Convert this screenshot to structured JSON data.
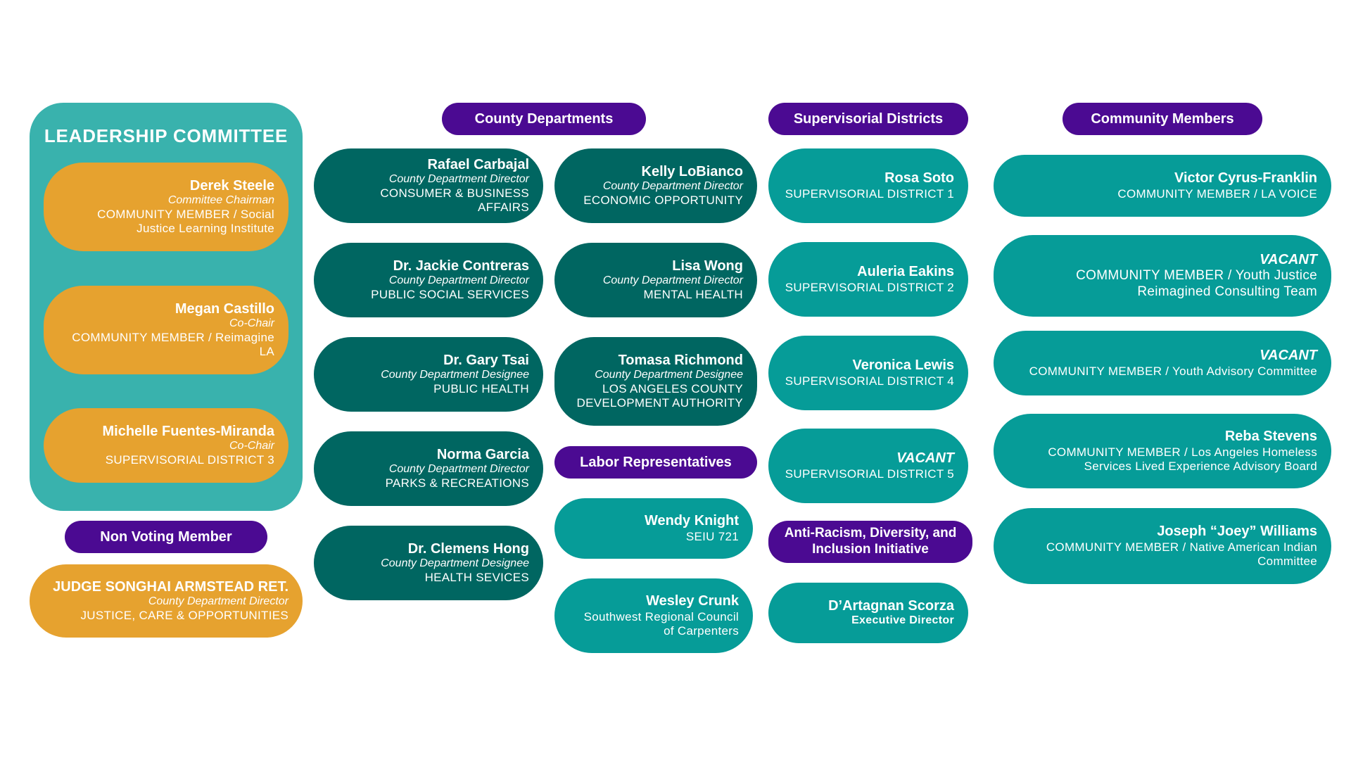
{
  "leadership": {
    "title": "LEADERSHIP COMMITTEE",
    "members": [
      {
        "name": "Derek Steele",
        "role": "Committee Chairman",
        "org_lines": [
          "COMMUNITY MEMBER / Social",
          "Justice Learning Institute"
        ]
      },
      {
        "name": "Megan Castillo",
        "role": "Co-Chair",
        "org_lines": [
          "COMMUNITY MEMBER / Reimagine",
          "LA"
        ]
      },
      {
        "name": "Michelle Fuentes-Miranda",
        "role": "Co-Chair",
        "org_lines": [
          "SUPERVISORIAL DISTRICT 3"
        ]
      }
    ]
  },
  "non_voting": {
    "header": "Non Voting Member",
    "name": "JUDGE SONGHAI ARMSTEAD RET.",
    "role": "County Department Director",
    "org": "JUSTICE, CARE & OPPORTUNITIES"
  },
  "county": {
    "header": "County Departments",
    "col1": [
      {
        "name": "Rafael Carbajal",
        "role": "County Department Director",
        "org_lines": [
          "CONSUMER & BUSINESS AFFAIRS"
        ]
      },
      {
        "name": "Dr. Jackie Contreras",
        "role": "County Department Director",
        "org_lines": [
          "PUBLIC SOCIAL SERVICES"
        ]
      },
      {
        "name": "Dr. Gary Tsai",
        "role": "County Department Designee",
        "org_lines": [
          "PUBLIC HEALTH"
        ]
      },
      {
        "name": "Norma Garcia",
        "role": "County Department Director",
        "org_lines": [
          "PARKS & RECREATIONS"
        ]
      },
      {
        "name": "Dr. Clemens Hong",
        "role": "County Department Designee",
        "org_lines": [
          "HEALTH SEVICES"
        ]
      }
    ],
    "col2": [
      {
        "name": "Kelly LoBianco",
        "role": "County Department Director",
        "org_lines": [
          "ECONOMIC OPPORTUNITY"
        ]
      },
      {
        "name": "Lisa Wong",
        "role": "County Department Director",
        "org_lines": [
          "MENTAL HEALTH"
        ]
      },
      {
        "name": "Tomasa Richmond",
        "role": "County Department Designee",
        "org_lines": [
          "LOS ANGELES COUNTY",
          "DEVELOPMENT AUTHORITY"
        ]
      }
    ]
  },
  "labor": {
    "header": "Labor Representatives",
    "members": [
      {
        "name": "Wendy Knight",
        "org_lines": [
          "SEIU 721"
        ]
      },
      {
        "name": "Wesley Crunk",
        "org_lines": [
          "Southwest Regional Council",
          "of Carpenters"
        ]
      }
    ]
  },
  "supervisorial": {
    "header": "Supervisorial Districts",
    "members": [
      {
        "name": "Rosa Soto",
        "org": "SUPERVISORIAL DISTRICT 1"
      },
      {
        "name": "Auleria Eakins",
        "org": "SUPERVISORIAL DISTRICT 2"
      },
      {
        "name": "Veronica Lewis",
        "org": "SUPERVISORIAL DISTRICT 4"
      },
      {
        "name": "VACANT",
        "org": "SUPERVISORIAL DISTRICT 5"
      }
    ]
  },
  "antiracism": {
    "header_lines": [
      "Anti-Racism, Diversity, and",
      "Inclusion Initiative"
    ],
    "name": "D’Artagnan Scorza",
    "role": "Executive Director"
  },
  "community": {
    "header": "Community Members",
    "members": [
      {
        "name": "Victor Cyrus-Franklin",
        "org_lines": [
          "COMMUNITY MEMBER / LA VOICE"
        ]
      },
      {
        "name": "VACANT",
        "org_lines": [
          "COMMUNITY MEMBER / Youth Justice",
          "Reimagined Consulting Team"
        ]
      },
      {
        "name": "VACANT",
        "org_lines": [
          "COMMUNITY MEMBER / Youth Advisory Committee"
        ]
      },
      {
        "name": "Reba Stevens",
        "org_lines": [
          "COMMUNITY MEMBER /  Los Angeles Homeless",
          "Services Lived Experience Advisory Board"
        ]
      },
      {
        "name": "Joseph “Joey” Williams",
        "org_lines": [
          "COMMUNITY MEMBER /  Native American Indian",
          "Committee"
        ]
      }
    ]
  },
  "colors": {
    "header_purple": "#4b0a92",
    "dark_teal": "#006661",
    "teal": "#069c98",
    "panel_teal": "#39b2ad",
    "gold": "#e6a22f"
  }
}
